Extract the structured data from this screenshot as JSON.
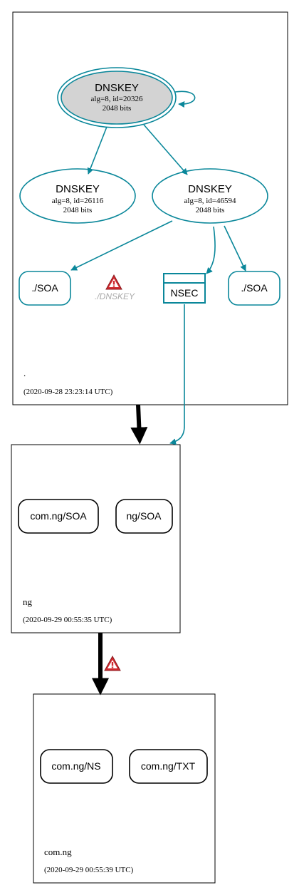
{
  "colors": {
    "teal": "#0a879a",
    "black": "#000000",
    "ksk_fill": "#d3d3d3",
    "insecure_text": "#aaaaaa",
    "warn_red": "#d0282e"
  },
  "zones": {
    "root": {
      "name": ".",
      "timestamp": "(2020-09-28 23:23:14 UTC)",
      "ksk": {
        "title": "DNSKEY",
        "line1": "alg=8, id=20326",
        "line2": "2048 bits"
      },
      "zsk1": {
        "title": "DNSKEY",
        "line1": "alg=8, id=26116",
        "line2": "2048 bits"
      },
      "zsk2": {
        "title": "DNSKEY",
        "line1": "alg=8, id=46594",
        "line2": "2048 bits"
      },
      "soa_left": "./SOA",
      "soa_right": "./SOA",
      "missing_dnskey": "./DNSKEY",
      "nsec": "NSEC"
    },
    "ng": {
      "name": "ng",
      "timestamp": "(2020-09-29 00:55:35 UTC)",
      "rr1": "com.ng/SOA",
      "rr2": "ng/SOA"
    },
    "comng": {
      "name": "com.ng",
      "timestamp": "(2020-09-29 00:55:39 UTC)",
      "rr1": "com.ng/NS",
      "rr2": "com.ng/TXT"
    }
  },
  "icons": {
    "warning_root": "warning-icon",
    "warning_delegation": "warning-icon"
  }
}
